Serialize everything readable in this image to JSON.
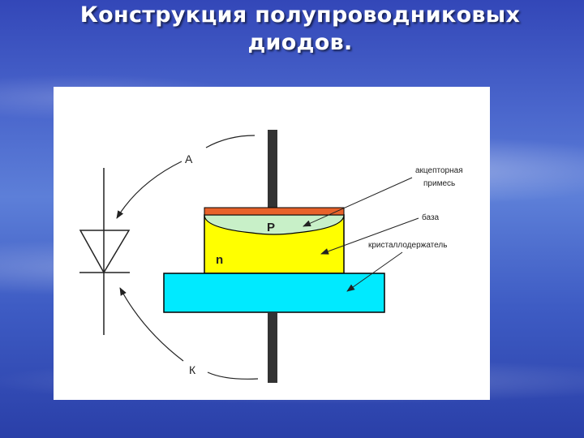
{
  "slide": {
    "title_line1": "Конструкция полупроводниковых",
    "title_line2": "диодов."
  },
  "diagram": {
    "anode_label": "А",
    "cathode_label": "К",
    "p_label": "P",
    "n_label": "n",
    "callouts": {
      "acceptor_line1": "акцепторная",
      "acceptor_line2": "примесь",
      "base": "база",
      "holder": "кристаллодержатель"
    },
    "colors": {
      "lead": "#333333",
      "contact": "#e8622a",
      "p_region": "#c8f0c8",
      "n_region": "#ffff00",
      "holder": "#00eaff",
      "outline": "#000000"
    }
  }
}
